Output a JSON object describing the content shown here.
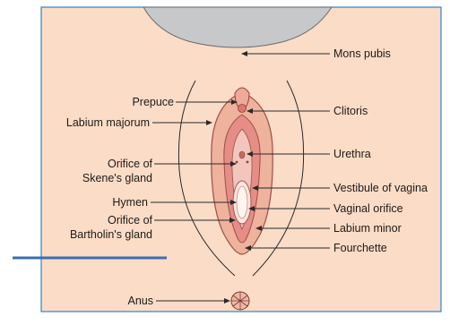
{
  "figure": {
    "background_color": "#fbdcc7",
    "outline_color": "#1c70c4",
    "labels": {
      "mons_pubis": "Mons pubis",
      "prepuce": "Prepuce",
      "clitoris": "Clitoris",
      "labium_majorum": "Labium majorum",
      "urethra": "Urethra",
      "orifice_skenes_1": "Orifice of",
      "orifice_skenes_2": "Skene's gland",
      "vestibule": "Vestibule of vagina",
      "hymen": "Hymen",
      "vaginal_orifice": "Vaginal orifice",
      "labium_minor": "Labium minor",
      "orifice_bartholin_1": "Orifice of",
      "orifice_bartholin_2": "Bartholin's gland",
      "fourchette": "Fourchette",
      "anus": "Anus"
    }
  }
}
